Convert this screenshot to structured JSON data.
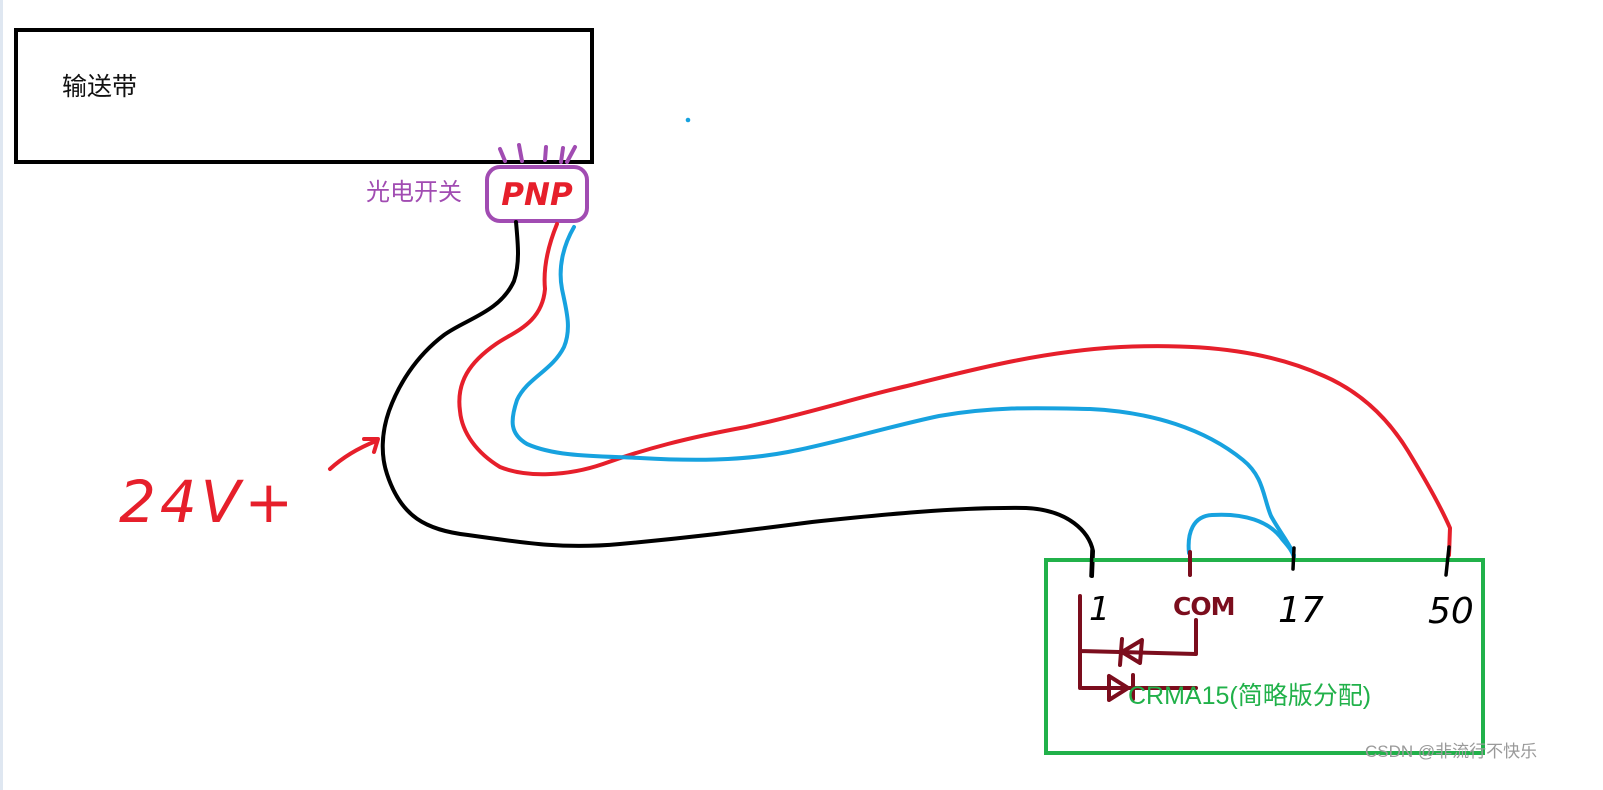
{
  "labels": {
    "belt": "输送带",
    "switch": "光电开关",
    "switch_type": "PNP",
    "voltage": "24V+",
    "controller": "CRMA15(简略版分配)",
    "watermark": "CSDN @非流行不快乐"
  },
  "terminals": {
    "t1": "1",
    "com": "COM",
    "t17": "17",
    "t50": "50"
  },
  "colors": {
    "belt_border": "#000000",
    "switch_outline": "#a14cb2",
    "switch_text": "#e61f2b",
    "wire_black": "#000000",
    "wire_red": "#e61f2b",
    "wire_blue": "#17a2df",
    "controller_border": "#21b14a",
    "terminal_dark_red": "#7b0d1d"
  }
}
